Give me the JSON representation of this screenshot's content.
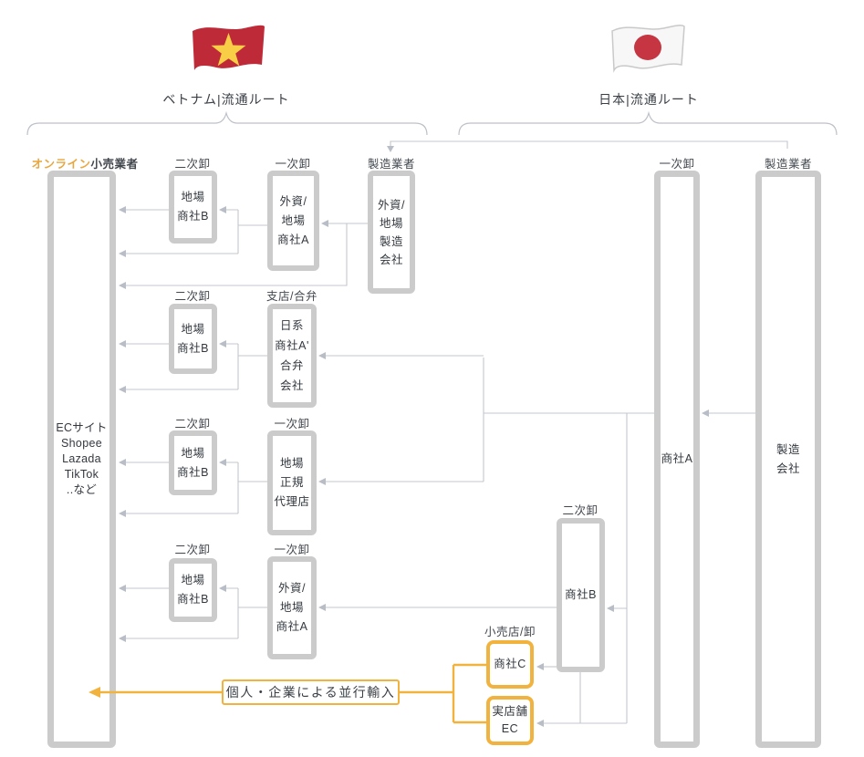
{
  "colors": {
    "accent_yellow": "#F2B23E",
    "accent_text": "#E9A63C",
    "box_border": "#CBCBCB",
    "connector_line": "#C3C7CD",
    "text": "#3A3F46",
    "vn_flag_red": "#BE2A38",
    "vn_star_yellow": "#F7CE46",
    "jp_disc_red": "#C53642"
  },
  "vietnam": {
    "title": "ベトナム|流通ルート",
    "headers": {
      "online": "オンライン",
      "retailer": "小売業者",
      "g1_secondary": "二次卸",
      "g1_primary": "一次卸",
      "manufacturer": "製造業者",
      "g2_secondary": "二次卸",
      "g2_primary": "支店/合弁",
      "g3_secondary": "二次卸",
      "g3_primary": "一次卸",
      "g4_secondary": "二次卸",
      "g4_primary": "一次卸"
    },
    "ec_retailer": [
      "ECサイト",
      "Shopee",
      "Lazada",
      "TikTok",
      "..など"
    ],
    "boxes": {
      "local_shosha_b1": [
        "地場",
        "商社B"
      ],
      "foreign_local_shosha_a1": [
        "外資/",
        "地場",
        "商社A"
      ],
      "foreign_local_manufacturer": [
        "外資/",
        "地場",
        "製造",
        "会社"
      ],
      "local_shosha_b2": [
        "地場",
        "商社B"
      ],
      "nikkei_shosha_a_jv": [
        "日系",
        "商社A'",
        "合弁",
        "会社"
      ],
      "local_shosha_b3": [
        "地場",
        "商社B"
      ],
      "local_authorized_agent": [
        "地場",
        "正規",
        "代理店"
      ],
      "local_shosha_b4": [
        "地場",
        "商社B"
      ],
      "foreign_local_shosha_a2": [
        "外資/",
        "地場",
        "商社A"
      ]
    }
  },
  "japan": {
    "title": "日本|流通ルート",
    "headers": {
      "primary": "一次卸",
      "manufacturer": "製造業者",
      "secondary": "二次卸",
      "retail_wholesale": "小売店/卸"
    },
    "boxes": {
      "shosha_a": "商社A",
      "manufacturer": [
        "製造",
        "会社"
      ],
      "shosha_b": "商社B",
      "shosha_c": "商社C",
      "store_ec": [
        "実店舗",
        "EC"
      ]
    }
  },
  "parallel_import": {
    "label": "個人・企業による並行輸入"
  }
}
